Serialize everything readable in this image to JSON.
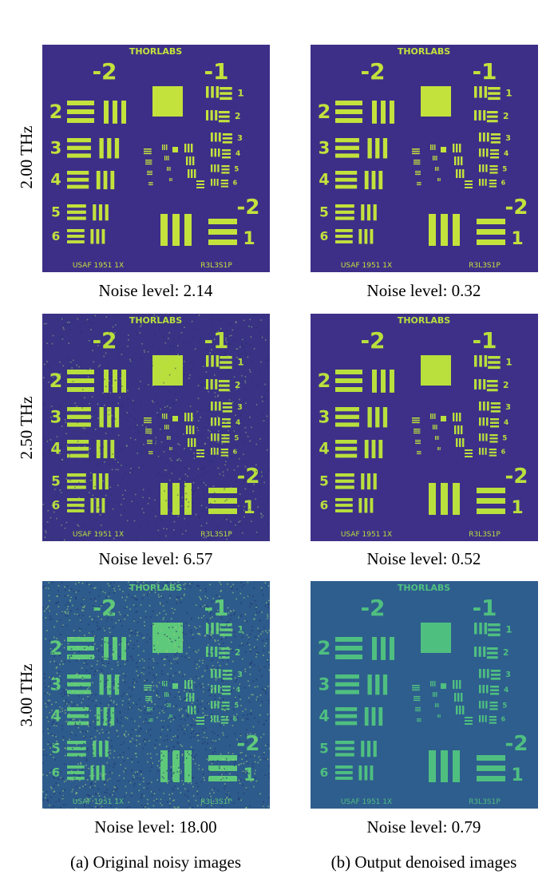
{
  "rows": [
    {
      "label": "2.00 THz",
      "original": {
        "noise_caption": "Noise level: 2.14",
        "bg": "#3d2f87",
        "fg": "#c3e23c",
        "noise": 0.0
      },
      "denoised": {
        "noise_caption": "Noise level: 0.32",
        "bg": "#3d2f87",
        "fg": "#c3e23c",
        "noise": 0.0
      }
    },
    {
      "label": "2.50 THz",
      "original": {
        "noise_caption": "Noise level: 6.57",
        "bg": "#3a3284",
        "fg": "#b8df3c",
        "noise": 0.35
      },
      "denoised": {
        "noise_caption": "Noise level: 0.52",
        "bg": "#3e3088",
        "fg": "#b9e03c",
        "noise": 0.0
      }
    },
    {
      "label": "3.00 THz",
      "original": {
        "noise_caption": "Noise level: 18.00",
        "bg": "#2d5b8b",
        "fg": "#5ec97a",
        "noise": 0.75
      },
      "denoised": {
        "noise_caption": "Noise level: 0.79",
        "bg": "#2e5e8d",
        "fg": "#4fbf80",
        "noise": 0.0
      }
    }
  ],
  "target": {
    "brand": "THORLABS",
    "group_left": "-2",
    "group_right": "-1",
    "group_bottom": "-2",
    "element_labels_left": [
      "2",
      "3",
      "4",
      "5",
      "6"
    ],
    "element_labels_right": [
      "1",
      "2",
      "3",
      "4",
      "5",
      "6"
    ],
    "element_label_bottom": "1",
    "footer_left": "USAF 1951 1X",
    "footer_right": "R3L3S1P"
  },
  "column_captions": {
    "original": "(a) Original noisy images",
    "denoised": "(b) Output denoised images"
  }
}
